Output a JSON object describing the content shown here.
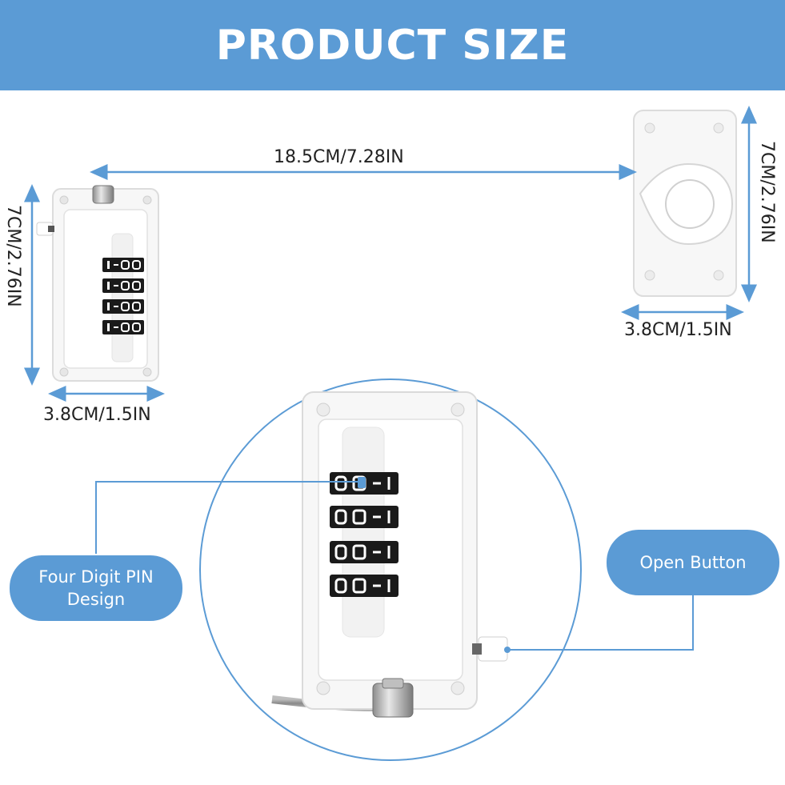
{
  "header": {
    "title": "PRODUCT SIZE"
  },
  "dimensions": {
    "cable_length": "18.5CM/7.28IN",
    "left_height": "7CM/2.76IN",
    "left_width": "3.8CM/1.5IN",
    "right_height": "7CM/2.76IN",
    "right_width": "3.8CM/1.5IN"
  },
  "callouts": {
    "pin": {
      "line1": "Four Digit PIN",
      "line2": "Design"
    },
    "open_button": "Open Button"
  },
  "colors": {
    "brand_blue": "#5b9bd5",
    "arrow_blue": "#5b9bd5",
    "lock_white": "#f7f7f7",
    "lock_outline": "#d8d8d8",
    "dial_black": "#1a1a1a"
  }
}
